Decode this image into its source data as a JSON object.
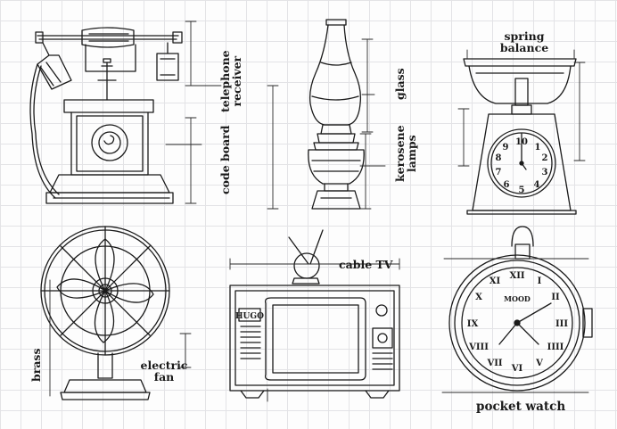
{
  "labels": {
    "telephone_receiver": [
      "telephone",
      "receiver"
    ],
    "code_board": "code board",
    "glass": "glass",
    "kerosene_lamps": [
      "kerosene",
      "lamps"
    ],
    "spring_balance": [
      "spring",
      "balance"
    ],
    "cable_tv": "cable TV",
    "tv_brand": "HUGO",
    "brass": "brass",
    "electric_fan": [
      "electric",
      "fan"
    ],
    "pocket_watch": "pocket watch",
    "watch_brand": "MOOD"
  },
  "scale_numbers": [
    "10",
    "1",
    "2",
    "3",
    "4",
    "5",
    "6",
    "7",
    "8",
    "9"
  ],
  "roman_numerals": [
    "XII",
    "I",
    "II",
    "III",
    "IIII",
    "V",
    "VI",
    "VII",
    "VIII",
    "IX",
    "X",
    "XI"
  ]
}
